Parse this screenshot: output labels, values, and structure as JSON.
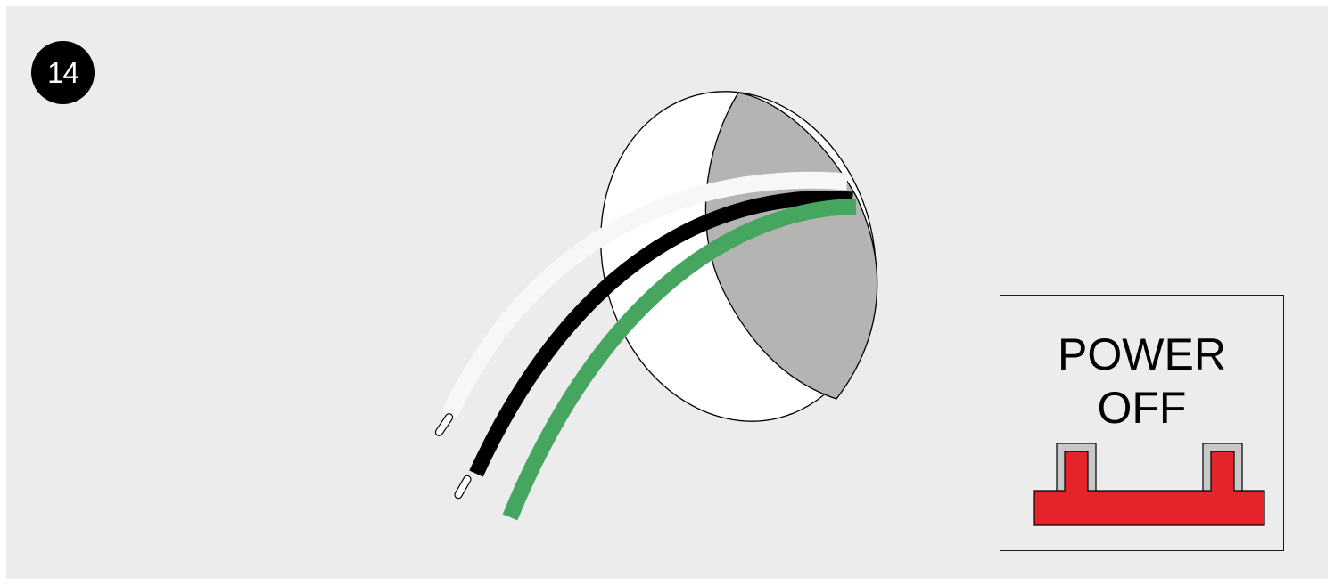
{
  "step": {
    "number": "14"
  },
  "illustration": {
    "icon": "wall-hole-with-wires-icon",
    "wires": [
      "white-wire",
      "black-wire",
      "green-wire"
    ],
    "colors": {
      "background": "#ececec",
      "hole_shadow": "#b4b4b2",
      "white_wire": "#f5f5f5",
      "black_wire": "#000000",
      "green_wire": "#46a660"
    }
  },
  "power_sign": {
    "line1": "POWER",
    "line2": "OFF",
    "icon": "circuit-breaker-off-icon",
    "breaker_color": "#e4232a"
  }
}
